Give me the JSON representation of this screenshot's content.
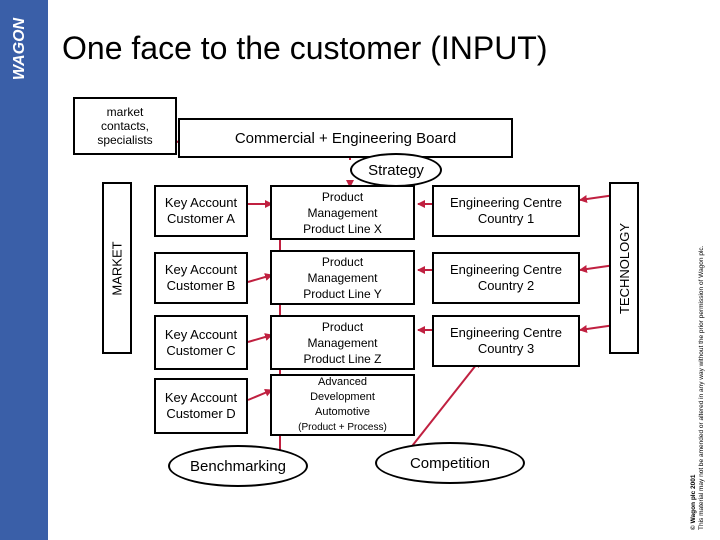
{
  "brand": {
    "logo_text": "WAGON",
    "sidebar_color": "#3a5fa8"
  },
  "title": "One face to the customer (INPUT)",
  "market_contacts": "market contacts, specialists",
  "board": "Commercial + Engineering Board",
  "strategy": "Strategy",
  "market_label": "MARKET",
  "technology_label": "TECHNOLOGY",
  "key_accounts": [
    "Key Account Customer A",
    "Key Account Customer B",
    "Key Account Customer C",
    "Key Account Customer D"
  ],
  "product_management": [
    "Product Management Product Line X",
    "Product Management Product Line Y",
    "Product Management Product Line Z"
  ],
  "advanced_development": {
    "line1": "Advanced",
    "line2": "Development",
    "line3": "Automotive",
    "line4": "(Product + Process)"
  },
  "engineering_centres": [
    "Engineering Centre Country 1",
    "Engineering Centre Country 2",
    "Engineering Centre Country 3"
  ],
  "benchmarking": "Benchmarking",
  "competition": "Competition",
  "copyright": {
    "line1": "© Wagon plc 2001",
    "line2": "This material may not be amended or altered in any way without the prior permission of Wagon plc."
  }
}
